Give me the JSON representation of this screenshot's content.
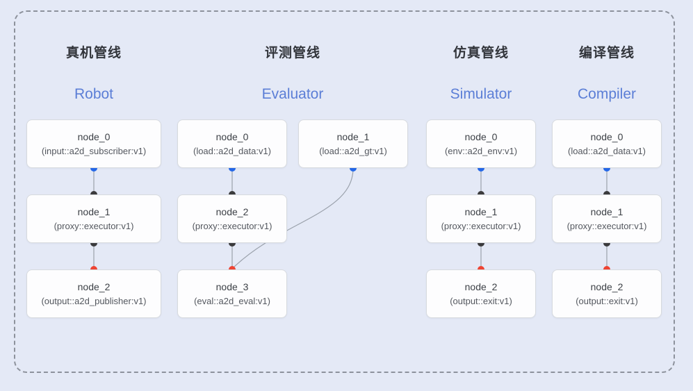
{
  "colors": {
    "bg": "#e4e9f6",
    "frame_border": "#8d929c",
    "node_bg": "#fdfdfe",
    "node_border": "#d7dade",
    "edge": "#9aa1ab",
    "dot_blue": "#2468e8",
    "dot_black": "#3b3b3d",
    "dot_red": "#ee4433",
    "title_cn": "#32353b",
    "title_en": "#5b7ed6",
    "node_name": "#3c4046",
    "node_type": "#53575e"
  },
  "pipelines": [
    {
      "id": "robot",
      "title_cn": "真机管线",
      "title_en": "Robot",
      "nodes": [
        {
          "name": "node_0",
          "type": "(input::a2d_subscriber:v1)"
        },
        {
          "name": "node_1",
          "type": "(proxy::executor:v1)"
        },
        {
          "name": "node_2",
          "type": "(output::a2d_publisher:v1)"
        }
      ]
    },
    {
      "id": "evaluator",
      "title_cn": "评测管线",
      "title_en": "Evaluator",
      "nodes": [
        {
          "name": "node_0",
          "type": "(load::a2d_data:v1)"
        },
        {
          "name": "node_1",
          "type": "(load::a2d_gt:v1)"
        },
        {
          "name": "node_2",
          "type": "(proxy::executor:v1)"
        },
        {
          "name": "node_3",
          "type": "(eval::a2d_eval:v1)"
        }
      ]
    },
    {
      "id": "simulator",
      "title_cn": "仿真管线",
      "title_en": "Simulator",
      "nodes": [
        {
          "name": "node_0",
          "type": "(env::a2d_env:v1)"
        },
        {
          "name": "node_1",
          "type": "(proxy::executor:v1)"
        },
        {
          "name": "node_2",
          "type": "(output::exit:v1)"
        }
      ]
    },
    {
      "id": "compiler",
      "title_cn": "编译管线",
      "title_en": "Compiler",
      "nodes": [
        {
          "name": "node_0",
          "type": "(load::a2d_data:v1)"
        },
        {
          "name": "node_1",
          "type": "(proxy::executor:v1)"
        },
        {
          "name": "node_2",
          "type": "(output::exit:v1)"
        }
      ]
    }
  ],
  "edges": [
    {
      "from": "robot/node_0",
      "to": "robot/node_1",
      "source_dot": "blue",
      "target_dot": "black",
      "shape": "straight"
    },
    {
      "from": "robot/node_1",
      "to": "robot/node_2",
      "source_dot": "black",
      "target_dot": "red",
      "shape": "straight"
    },
    {
      "from": "evaluator/node_0",
      "to": "evaluator/node_2",
      "source_dot": "blue",
      "target_dot": "black",
      "shape": "straight"
    },
    {
      "from": "evaluator/node_1",
      "to": "evaluator/node_3",
      "source_dot": "blue",
      "target_dot": "red",
      "shape": "curved"
    },
    {
      "from": "evaluator/node_2",
      "to": "evaluator/node_3",
      "source_dot": "black",
      "target_dot": "red",
      "shape": "straight"
    },
    {
      "from": "simulator/node_0",
      "to": "simulator/node_1",
      "source_dot": "blue",
      "target_dot": "black",
      "shape": "straight"
    },
    {
      "from": "simulator/node_1",
      "to": "simulator/node_2",
      "source_dot": "black",
      "target_dot": "red",
      "shape": "straight"
    },
    {
      "from": "compiler/node_0",
      "to": "compiler/node_1",
      "source_dot": "blue",
      "target_dot": "black",
      "shape": "straight"
    },
    {
      "from": "compiler/node_1",
      "to": "compiler/node_2",
      "source_dot": "black",
      "target_dot": "red",
      "shape": "straight"
    }
  ]
}
